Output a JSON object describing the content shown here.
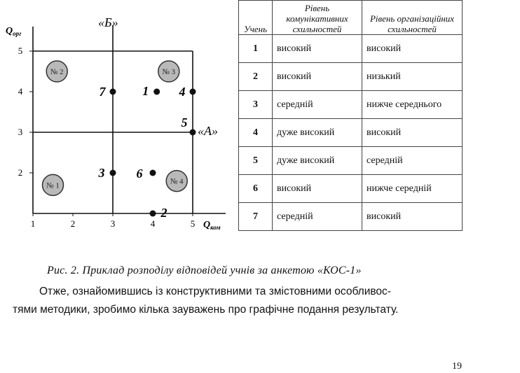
{
  "chart_data": {
    "type": "scatter",
    "y_axis_label": "Q",
    "y_axis_sub": "орг",
    "x_axis_label": "Q",
    "x_axis_sub": "ком",
    "x_ticks": [
      "1",
      "2",
      "3",
      "4",
      "5"
    ],
    "y_ticks": [
      "2",
      "3",
      "4",
      "5"
    ],
    "xlim": [
      1,
      5.8
    ],
    "ylim": [
      1,
      5.5
    ],
    "divider_labels": {
      "vertical": "«Б»",
      "horizontal": "«А»"
    },
    "points": [
      {
        "label": "1",
        "x": 4.1,
        "y": 4
      },
      {
        "label": "2",
        "x": 4,
        "y": 1
      },
      {
        "label": "3",
        "x": 3,
        "y": 2
      },
      {
        "label": "4",
        "x": 5,
        "y": 4
      },
      {
        "label": "5",
        "x": 5,
        "y": 3
      },
      {
        "label": "6",
        "x": 4,
        "y": 2
      },
      {
        "label": "7",
        "x": 3,
        "y": 4
      }
    ],
    "zones": [
      {
        "label": "№ 2",
        "x": 1.6,
        "y": 4.5
      },
      {
        "label": "№ 3",
        "x": 4.4,
        "y": 4.5
      },
      {
        "label": "№ 1",
        "x": 1.5,
        "y": 1.7
      },
      {
        "label": "№ 4",
        "x": 4.6,
        "y": 1.8
      }
    ]
  },
  "table": {
    "headers": [
      "Учень",
      "Рівень комунікативних схильностей",
      "Рівень організаційних схильностей"
    ],
    "rows": [
      [
        "1",
        "високий",
        "високий"
      ],
      [
        "2",
        "високий",
        "низький"
      ],
      [
        "3",
        "середній",
        "нижче середнього"
      ],
      [
        "4",
        "дуже високий",
        "високий"
      ],
      [
        "5",
        "дуже високий",
        "середній"
      ],
      [
        "6",
        "високий",
        "нижче середній"
      ],
      [
        "7",
        "середній",
        "високий"
      ]
    ]
  },
  "caption": "Рис. 2. Приклад розподілу відповідей учнів за анкетою «КОС-1»",
  "paragraph": {
    "line1": "Отже, ознайомившись із конструктивними та змістовними особливос-",
    "line2": "тями методики, зробимо кілька зауважень про графічне подання результату."
  },
  "page_number": "19"
}
